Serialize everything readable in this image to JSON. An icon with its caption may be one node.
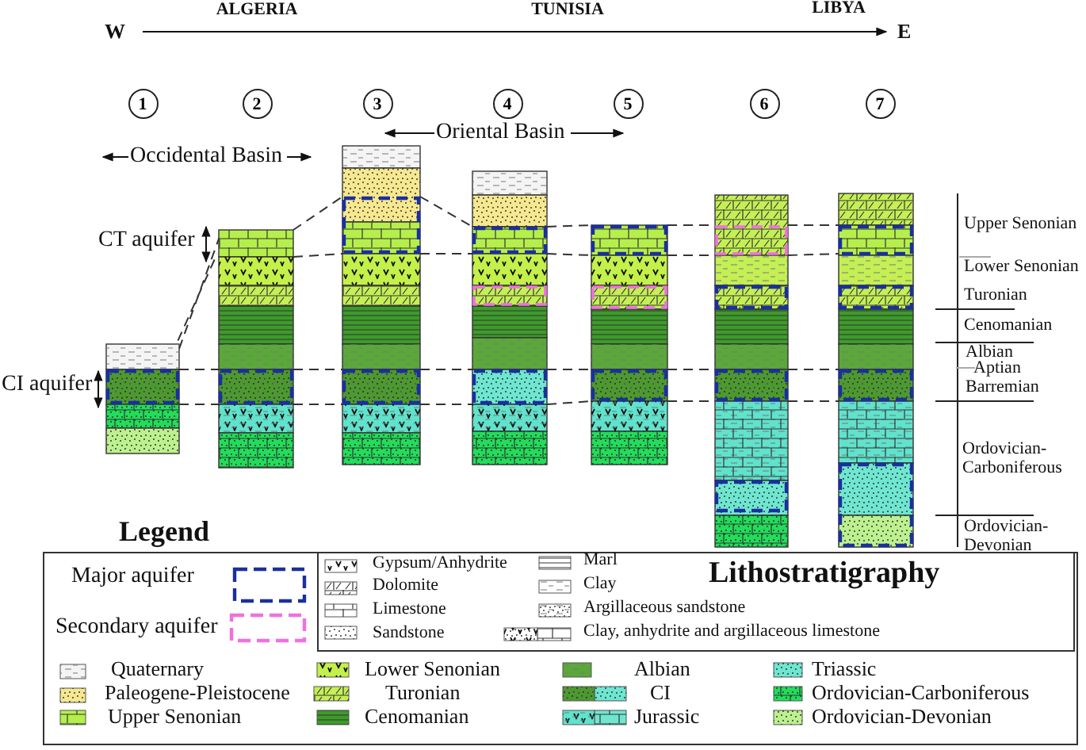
{
  "diagram": {
    "nodes": [
      {
        "text": [
          "1"
        ]
      },
      {
        "text": [
          "2"
        ]
      },
      {
        "text": [
          "3"
        ]
      },
      {
        "text": [
          "4"
        ]
      },
      {
        "text": [
          "5"
        ]
      },
      {
        "text": [
          "6"
        ]
      },
      {
        "text": [
          "7"
        ]
      },
      {
        "text": [],
        "shape": "bar"
      },
      {
        "text": [],
        "shape": "bar"
      },
      {
        "text": [],
        "shape": "bar"
      },
      {
        "text": [],
        "shape": "bar"
      },
      {
        "text": [],
        "shape": "bar"
      },
      {
        "text": [],
        "shape": "bar"
      },
      {
        "text": [],
        "shape": "bar"
      }
    ],
    "edges": [
      {
        "from": 7,
        "to": 8,
        "arrow": "none",
        "style": "dashed"
      },
      {
        "from": 7,
        "to": 8,
        "arrow": "none",
        "style": "dashed"
      },
      {
        "from": 8,
        "to": 9,
        "arrow": "none",
        "style": "dashed"
      },
      {
        "from": 9,
        "to": 10,
        "arrow": "none",
        "style": "dashed"
      },
      {
        "from": 10,
        "to": 11,
        "arrow": "none",
        "style": "dashed"
      },
      {
        "from": 11,
        "to": 12,
        "arrow": "none",
        "style": "dashed"
      },
      {
        "from": 12,
        "to": 13,
        "arrow": "none",
        "style": "dashed"
      },
      {
        "from": 8,
        "to": 9,
        "arrow": "none",
        "style": "dashed"
      },
      {
        "from": 9,
        "to": 10,
        "arrow": "none",
        "style": "dashed"
      },
      {
        "from": 10,
        "to": 11,
        "arrow": "none",
        "style": "dashed"
      },
      {
        "from": 11,
        "to": 12,
        "arrow": "none",
        "style": "dashed"
      },
      {
        "from": 12,
        "to": 13,
        "arrow": "none",
        "style": "dashed"
      },
      {
        "from": 7,
        "to": 8,
        "arrow": "none",
        "style": "dashed"
      },
      {
        "from": 8,
        "to": 9,
        "arrow": "none",
        "style": "dashed"
      },
      {
        "from": 9,
        "to": 10,
        "arrow": "none",
        "style": "dashed"
      },
      {
        "from": 10,
        "to": 11,
        "arrow": "none",
        "style": "dashed"
      },
      {
        "from": 11,
        "to": 12,
        "arrow": "none",
        "style": "dashed"
      },
      {
        "from": 12,
        "to": 13,
        "arrow": "none",
        "style": "dashed"
      },
      {
        "from": 7,
        "to": 8,
        "arrow": "none",
        "style": "dashed"
      },
      {
        "from": 8,
        "to": 9,
        "arrow": "none",
        "style": "dashed"
      },
      {
        "from": 9,
        "to": 10,
        "arrow": "none",
        "style": "dashed"
      },
      {
        "from": 10,
        "to": 11,
        "arrow": "none",
        "style": "dashed"
      },
      {
        "from": 11,
        "to": 12,
        "arrow": "none",
        "style": "dashed"
      },
      {
        "from": 12,
        "to": 13,
        "arrow": "none",
        "style": "dashed"
      }
    ],
    "labels": [
      "ALGERIA",
      "TUNISIA",
      "LIBYA",
      "W",
      "E",
      "Oriental Basin",
      "Occidental Basin",
      "CT aquifer",
      "Upper Senonian",
      "Lower Senonian",
      "Turonian",
      "Cenomanian",
      "Albian",
      "Aptian",
      "Barremian",
      "CI aquifer",
      "Ordovician-Carboniferous",
      "Legend",
      "Ordovician-Devonian",
      "Lithostratigraphy"
    ],
    "legend": [
      {
        "text": "Major aquifer"
      },
      {
        "text": "Secondary aquifer"
      },
      {
        "text": "Gypsum/Anhydrite"
      },
      {
        "text": "Dolomite"
      },
      {
        "text": "Limestone"
      },
      {
        "text": "Sandstone"
      },
      {
        "text": "Marl"
      },
      {
        "text": "Clay"
      },
      {
        "text": "Argillaceous sandstone"
      },
      {
        "text": "Clay, anhydrite and argillaceous limestone"
      },
      {
        "text": "Quaternary",
        "color": "#f4f4f4"
      },
      {
        "text": "Paleogene-Pleistocene",
        "color": "#f5e890"
      },
      {
        "text": "Upper Senonian",
        "color": "#b5ef4c"
      },
      {
        "text": "Lower Senonian",
        "color": "#c4f04a"
      },
      {
        "text": "Turonian",
        "color": "#c4ef55"
      },
      {
        "text": "Cenomanian",
        "color": "#3d9b2a"
      },
      {
        "text": "Albian",
        "color": "#5aa83a"
      },
      {
        "text": "CI",
        "color": "#4a9a2c"
      },
      {
        "text": "Jurassic",
        "color": "#5fe3cc"
      },
      {
        "text": "Triassic",
        "color": "#6fe6d0"
      },
      {
        "text": "Ordovician-Carboniferous",
        "color": "#22dd5a"
      },
      {
        "text": "Ordovician-Devonian",
        "color": "#bdf08f"
      }
    ]
  }
}
